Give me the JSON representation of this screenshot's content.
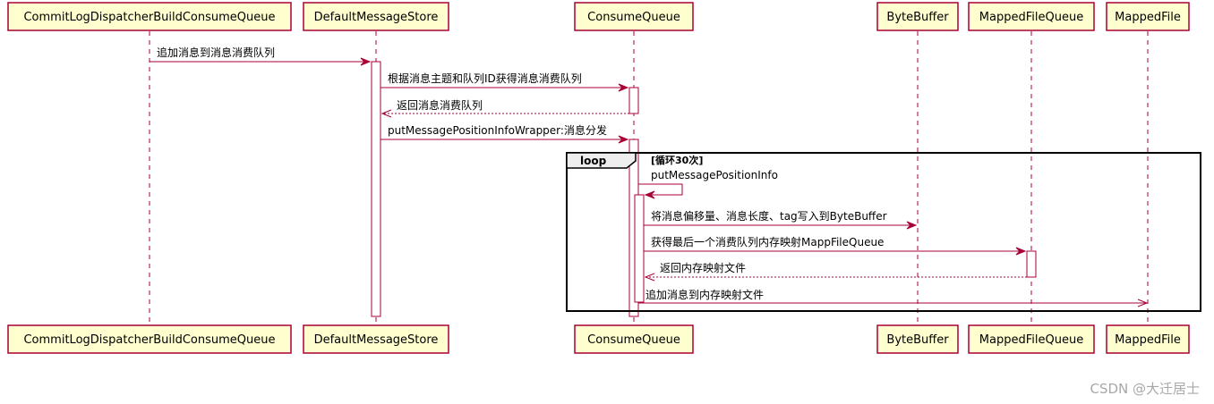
{
  "participants": [
    {
      "id": "p1",
      "label": "CommitLogDispatcherBuildConsumeQueue"
    },
    {
      "id": "p2",
      "label": "DefaultMessageStore"
    },
    {
      "id": "p3",
      "label": "ConsumeQueue"
    },
    {
      "id": "p4",
      "label": "ByteBuffer"
    },
    {
      "id": "p5",
      "label": "MappedFileQueue"
    },
    {
      "id": "p6",
      "label": "MappedFile"
    }
  ],
  "messages": [
    {
      "from": "p1",
      "to": "p2",
      "kind": "sync",
      "label": "追加消息到消息消费队列"
    },
    {
      "from": "p2",
      "to": "p3",
      "kind": "sync",
      "label": "根据消息主题和队列ID获得消息消费队列"
    },
    {
      "from": "p3",
      "to": "p2",
      "kind": "return",
      "label": "返回消息消费队列"
    },
    {
      "from": "p2",
      "to": "p3",
      "kind": "sync",
      "label": "putMessagePositionInfoWrapper:消息分发"
    },
    {
      "from": "p3",
      "to": "p3",
      "kind": "self",
      "label": "putMessagePositionInfo"
    },
    {
      "from": "p3",
      "to": "p4",
      "kind": "sync",
      "label": "将消息偏移量、消息长度、tag写入到ByteBuffer"
    },
    {
      "from": "p3",
      "to": "p5",
      "kind": "sync",
      "label": "获得最后一个消费队列内存映射MappFileQueue"
    },
    {
      "from": "p5",
      "to": "p3",
      "kind": "return",
      "label": "返回内存映射文件"
    },
    {
      "from": "p3",
      "to": "p6",
      "kind": "async",
      "label": "追加消息到内存映射文件"
    }
  ],
  "loop": {
    "label": "loop",
    "condition": "[循环30次]"
  },
  "watermark": "CSDN @大迁居士",
  "colors": {
    "box_fill": "#FEFECE",
    "line": "#A80036",
    "loop_tab": "#EEEEEE"
  }
}
